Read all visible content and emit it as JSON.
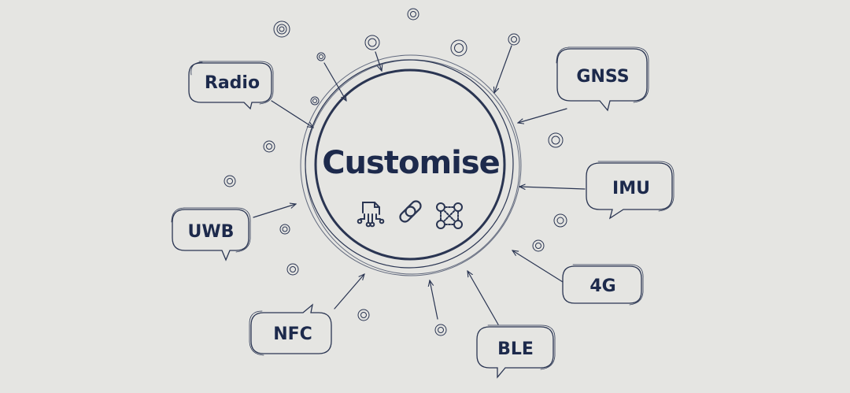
{
  "center": {
    "title": "Customise",
    "icons": [
      "document-circuit-icon",
      "link-icon",
      "network-nodes-icon"
    ]
  },
  "bubbles": {
    "radio": "Radio",
    "gnss": "GNSS",
    "imu": "IMU",
    "uwb": "UWB",
    "g4": "4G",
    "nfc": "NFC",
    "ble": "BLE"
  },
  "colors": {
    "background": "#e5e5e2",
    "ink": "#1d2a4c"
  }
}
